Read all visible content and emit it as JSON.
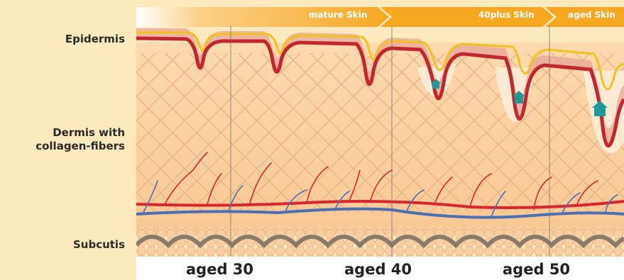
{
  "layers": {
    "epidermis": "Epidermis",
    "dermis_line1": "Dermis with",
    "dermis_line2": "collagen-fibers",
    "subcutis": "Subcutis"
  },
  "banner": {
    "stage1": "mature Skin",
    "stage2": "40plus Skin",
    "stage3": "aged Skin"
  },
  "ages": {
    "a30": "aged 30",
    "a40": "aged 40",
    "a50": "aged 50"
  },
  "colors": {
    "background": "#fde9be",
    "banner": "#f7a823",
    "epidermis_line": "#c4262e",
    "surface_line": "#f2c21c",
    "artery": "#d9262e",
    "vein": "#4a6fb5",
    "marker": "#1e9a96",
    "subcutis_cells": "#8a7a6a"
  }
}
